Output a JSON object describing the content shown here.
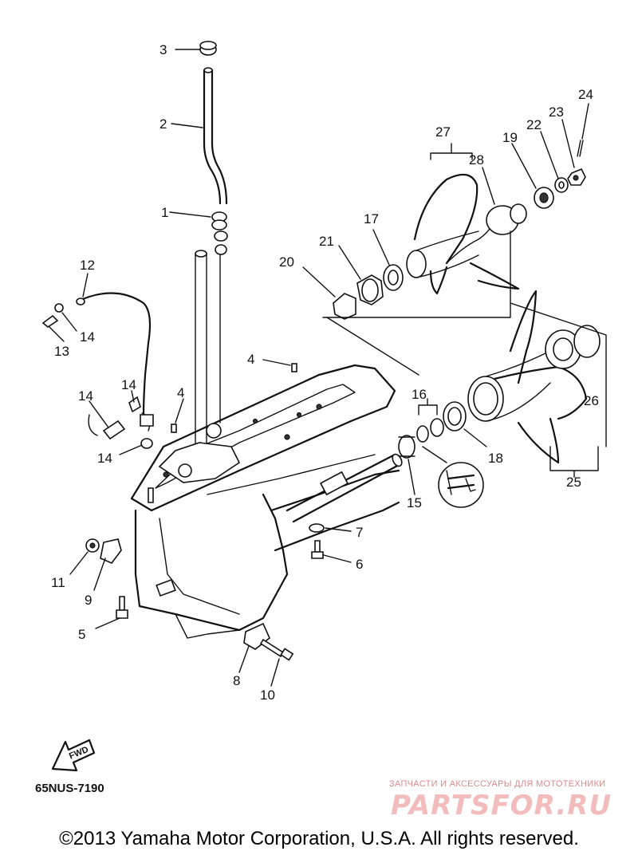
{
  "diagram": {
    "callouts": {
      "c1": "1",
      "c2": "2",
      "c3": "3",
      "c4a": "4",
      "c4b": "4",
      "c5": "5",
      "c6": "6",
      "c7": "7",
      "c8": "8",
      "c9": "9",
      "c10": "10",
      "c11": "11",
      "c12": "12",
      "c13": "13",
      "c14a": "14",
      "c14b": "14",
      "c14c": "14",
      "c14d": "14",
      "c15": "15",
      "c16": "16",
      "c17": "17",
      "c18": "18",
      "c19": "19",
      "c20": "20",
      "c21": "21",
      "c22": "22",
      "c23": "23",
      "c24": "24",
      "c25": "25",
      "c26": "26",
      "c27": "27",
      "c28": "28"
    },
    "fwd_label": "FWD",
    "drawing_code": "65NUS-7190"
  },
  "watermark": {
    "tagline": "ЗАПЧАСТИ И АКСЕССУАРЫ ДЛЯ МОТОТЕХНИКИ",
    "logo": "PARTSFOR.RU"
  },
  "footer": {
    "copyright": "©2013 Yamaha Motor Corporation, U.S.A. All rights reserved."
  }
}
